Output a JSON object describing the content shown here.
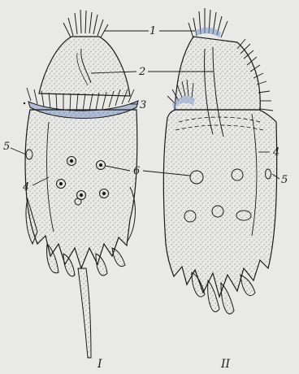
{
  "callouts": [
    {
      "id": "1",
      "label": "1"
    },
    {
      "id": "2",
      "label": "2"
    },
    {
      "id": "3",
      "label": "3"
    },
    {
      "id": "4a",
      "label": "4"
    },
    {
      "id": "4b",
      "label": "4"
    },
    {
      "id": "5a",
      "label": "5"
    },
    {
      "id": "5b",
      "label": "5"
    },
    {
      "id": "6",
      "label": "6"
    }
  ],
  "specimens": [
    {
      "id": "left",
      "label": "I"
    },
    {
      "id": "right",
      "label": "II"
    }
  ],
  "colors": {
    "paper": "#e9e9e7",
    "ink": "#1a1a1a",
    "cilia_tint": "#7d98c7"
  }
}
